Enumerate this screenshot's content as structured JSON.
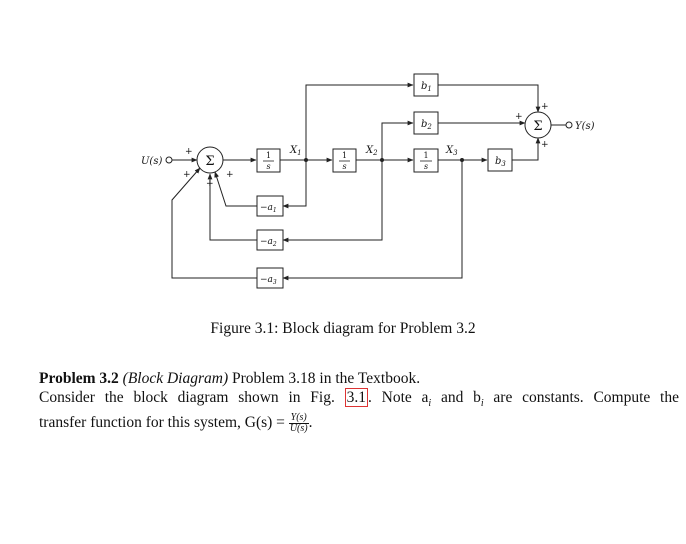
{
  "diagram": {
    "input_label": "U(s)",
    "output_label": "Y(s)",
    "sum_symbol": "Σ",
    "plus_sign": "+",
    "integrator_num": "1",
    "integrator_den": "s",
    "state_labels": [
      "X",
      "X",
      "X"
    ],
    "subscripts": [
      "1",
      "2",
      "3"
    ],
    "gain_b": "b",
    "gain_a": "−a"
  },
  "caption": "Figure 3.1: Block diagram for Problem 3.2",
  "problem": {
    "heading": "Problem 3.2",
    "subheading": "(Block Diagram)",
    "heading_tail": " Problem 3.18 in the Textbook.",
    "line1_pre": "Consider the block diagram shown in Fig. ",
    "fig_ref": "3.1",
    "line1_post": ". Note a",
    "sub_i": "i",
    "line1_mid": " and b",
    "line1_end": " are constants. Compute the",
    "line2": "transfer function for this system, G(s) = ",
    "frac_num": "Y(s)",
    "frac_den": "U(s)",
    "line2_end": "."
  }
}
